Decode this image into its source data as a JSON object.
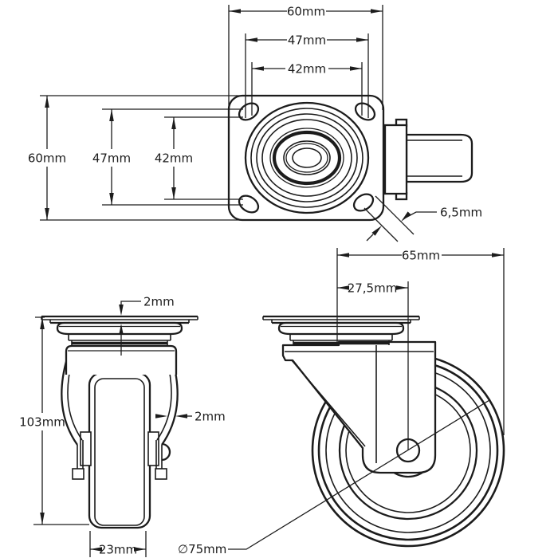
{
  "title": "Swivel caster wheel technical drawing",
  "colors": {
    "background": "#ffffff",
    "line": "#1c1c1c"
  },
  "dims": {
    "top": {
      "width_outer": "60mm",
      "width_mid": "47mm",
      "width_inner": "42mm",
      "height_outer": "60mm",
      "height_mid": "47mm",
      "height_inner": "42mm",
      "hole": "6,5mm"
    },
    "front": {
      "plate_thickness": "2mm",
      "wall_thickness": "2mm",
      "total_height": "103mm",
      "wheel_width": "23mm"
    },
    "side": {
      "total_length": "65mm",
      "swivel_offset": "27,5mm",
      "wheel_diameter": "∅75mm"
    }
  }
}
